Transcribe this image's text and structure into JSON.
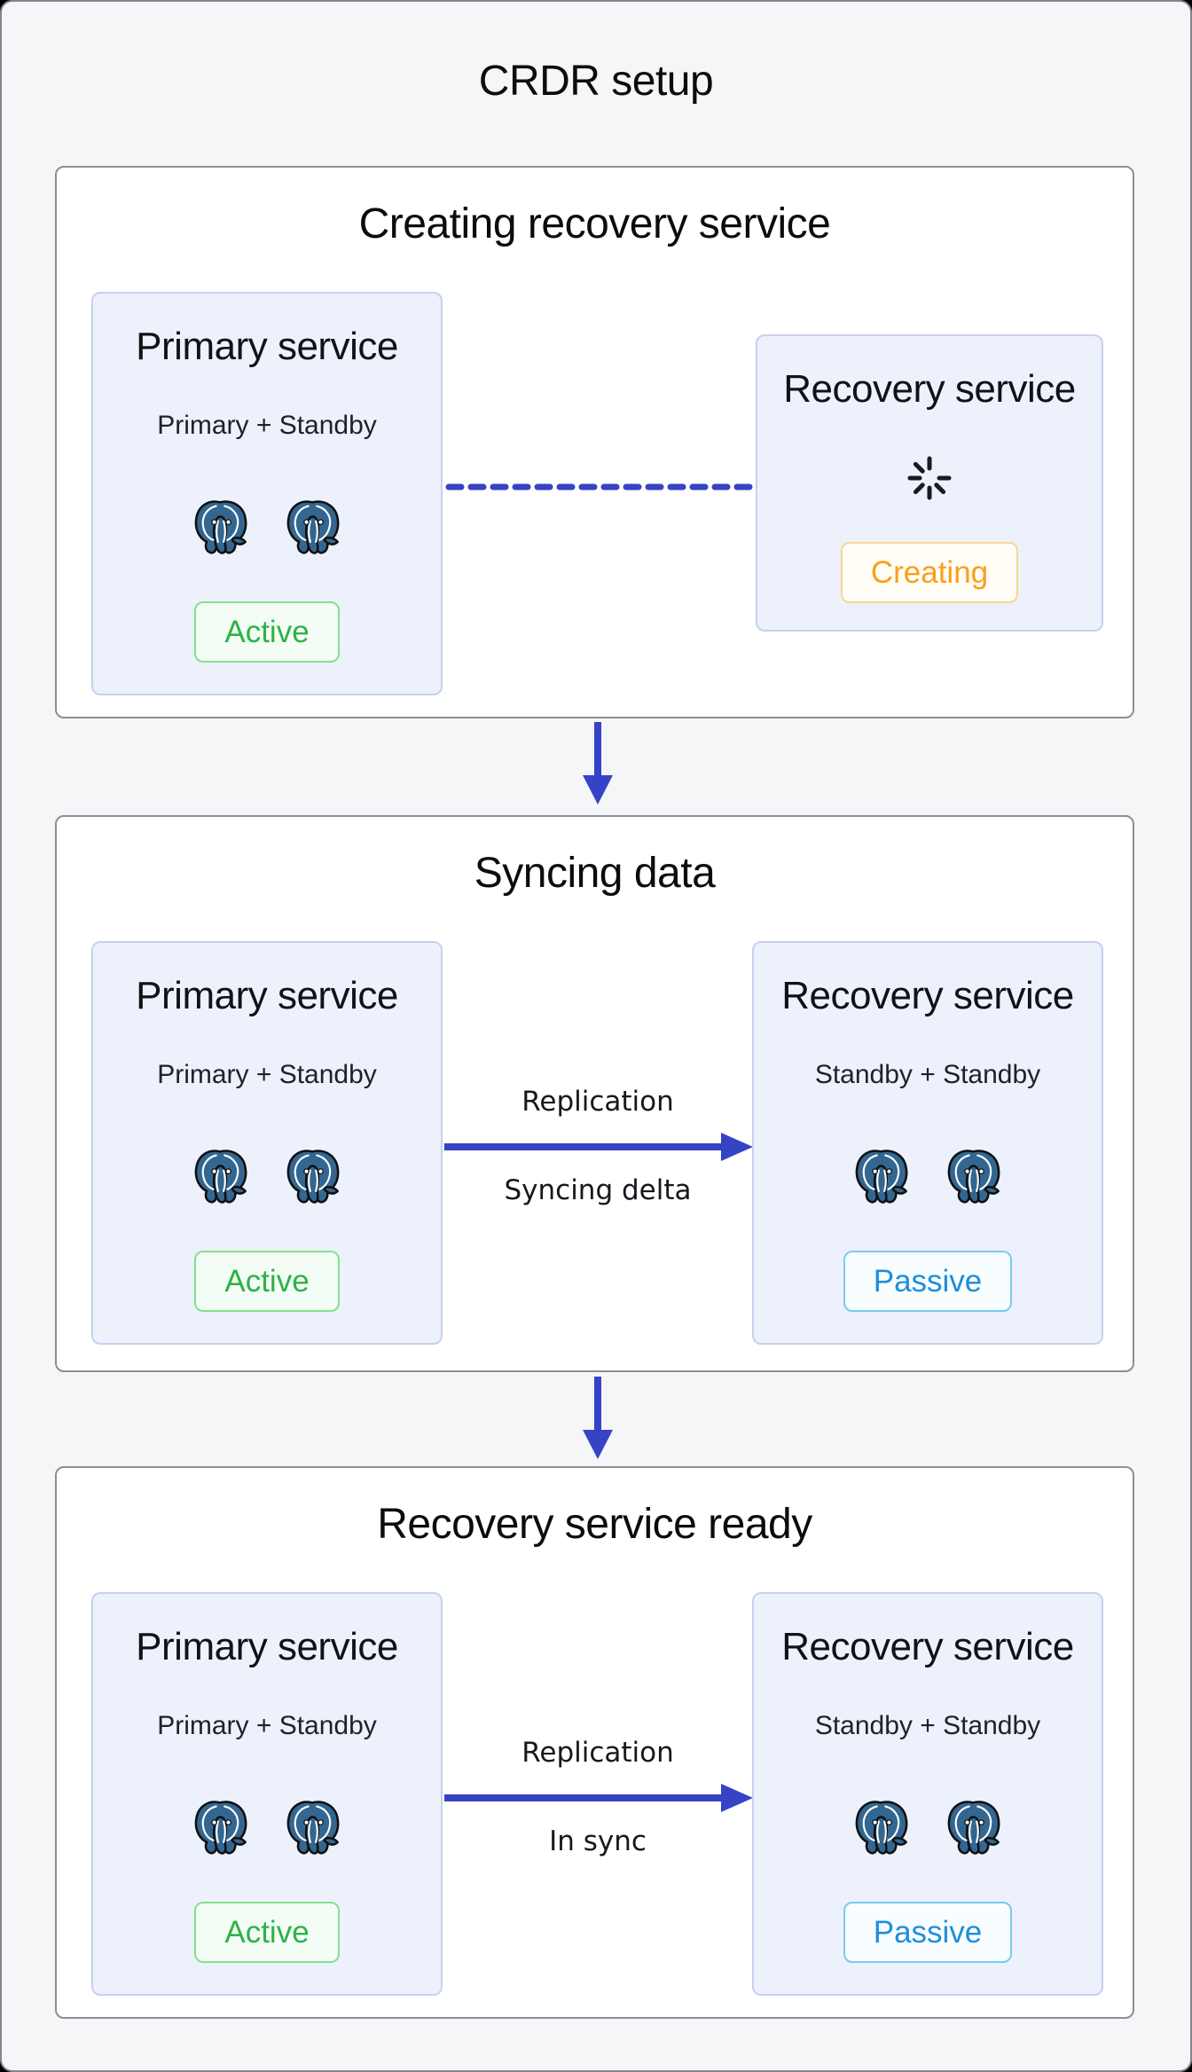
{
  "title": "CRDR setup",
  "colors": {
    "page_background": "#f5f6f8",
    "section_background": "#ffffff",
    "card_background": "#edf1fc",
    "card_border": "#c6d1f0",
    "arrow_blue": "#3743c5",
    "elephant_blue": "#336791",
    "status_active_green": "#2cb348",
    "status_creating_orange": "#f8a01b",
    "status_passive_blue": "#1e8edb"
  },
  "sections": [
    {
      "heading": "Creating recovery service",
      "primary_card": {
        "title": "Primary service",
        "subtitle": "Primary + Standby",
        "status": "Active",
        "elephant_count": 2
      },
      "recovery_card": {
        "title": "Recovery service",
        "status": "Creating",
        "has_spinner": true
      },
      "connector": {
        "style": "dashed-line"
      }
    },
    {
      "heading": "Syncing data",
      "primary_card": {
        "title": "Primary service",
        "subtitle": "Primary + Standby",
        "status": "Active",
        "elephant_count": 2
      },
      "recovery_card": {
        "title": "Recovery service",
        "subtitle": "Standby + Standby",
        "status": "Passive",
        "elephant_count": 2
      },
      "connector": {
        "style": "solid-arrow",
        "label_top": "Replication",
        "label_bottom": "Syncing delta"
      }
    },
    {
      "heading": "Recovery service ready",
      "primary_card": {
        "title": "Primary service",
        "subtitle": "Primary + Standby",
        "status": "Active",
        "elephant_count": 2
      },
      "recovery_card": {
        "title": "Recovery service",
        "subtitle": "Standby + Standby",
        "status": "Passive",
        "elephant_count": 2
      },
      "connector": {
        "style": "solid-arrow",
        "label_top": "Replication",
        "label_bottom": "In sync"
      }
    }
  ]
}
